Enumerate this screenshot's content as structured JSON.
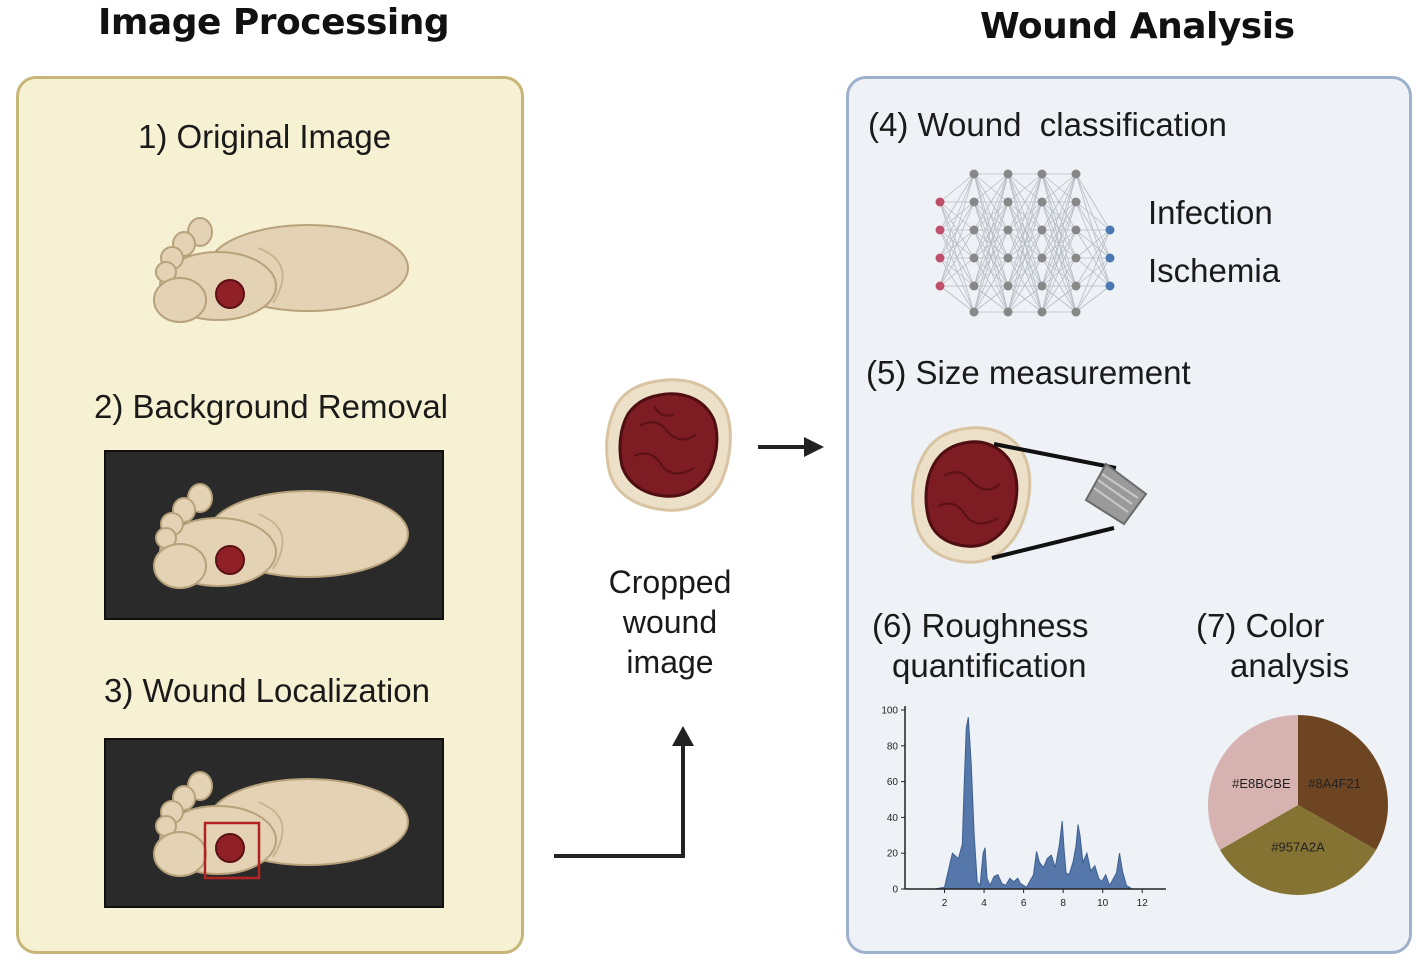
{
  "left_section": {
    "title": "Image Processing",
    "steps": [
      {
        "label": "1) Original Image",
        "icon": "foot-with-wound-icon"
      },
      {
        "label": "2) Background Removal",
        "icon": "foot-on-dark-background-icon"
      },
      {
        "label": "3) Wound Localization",
        "icon": "foot-with-bounding-box-icon"
      }
    ]
  },
  "middle": {
    "caption_lines": [
      "Cropped",
      "wound",
      "image"
    ],
    "icon": "cropped-wound-icon"
  },
  "right_section": {
    "title": "Wound Analysis",
    "classification": {
      "label": "(4) Wound  classification",
      "outputs": [
        "Infection",
        "Ischemia"
      ],
      "icon": "neural-network-icon"
    },
    "size": {
      "label": "(5) Size measurement",
      "icon": "ruler-measurement-icon"
    },
    "roughness": {
      "label_lines": [
        "(6) Roughness",
        "quantification"
      ]
    },
    "color": {
      "label_lines": [
        "(7) Color",
        "analysis"
      ]
    }
  },
  "chart_data": [
    {
      "type": "area",
      "title": "",
      "xlabel": "",
      "ylabel": "",
      "xlim": [
        0,
        13
      ],
      "ylim": [
        0,
        100
      ],
      "x_ticks": [
        2,
        4,
        6,
        8,
        10,
        12
      ],
      "y_ticks": [
        0,
        20,
        40,
        60,
        80,
        100
      ],
      "grid": false,
      "color": "#5577aa",
      "x": [
        1.5,
        2.0,
        2.4,
        2.7,
        2.9,
        3.0,
        3.1,
        3.2,
        3.35,
        3.5,
        3.65,
        3.8,
        3.95,
        4.05,
        4.15,
        4.3,
        4.5,
        4.7,
        4.9,
        5.1,
        5.3,
        5.5,
        5.7,
        5.85,
        6.0,
        6.15,
        6.3,
        6.5,
        6.65,
        6.8,
        7.0,
        7.2,
        7.4,
        7.6,
        7.8,
        7.95,
        8.05,
        8.15,
        8.3,
        8.5,
        8.65,
        8.75,
        8.85,
        9.0,
        9.2,
        9.4,
        9.6,
        9.8,
        9.95,
        10.15,
        10.35,
        10.55,
        10.7,
        10.85,
        11.0,
        11.2,
        11.5
      ],
      "values": [
        0,
        1,
        20,
        17,
        25,
        60,
        90,
        96,
        70,
        30,
        4,
        2,
        20,
        23,
        6,
        2,
        7,
        8,
        3,
        2,
        6,
        4,
        6,
        3,
        2,
        1,
        4,
        8,
        21,
        15,
        12,
        17,
        19,
        12,
        24,
        38,
        22,
        9,
        8,
        15,
        24,
        36,
        30,
        15,
        20,
        10,
        13,
        6,
        4,
        8,
        2,
        6,
        9,
        20,
        10,
        2,
        0
      ]
    },
    {
      "type": "pie",
      "title": "",
      "slices": [
        {
          "label": "#8A4F21",
          "value": 33.3,
          "color": "#6e4523"
        },
        {
          "label": "#957A2A",
          "value": 33.4,
          "color": "#857333"
        },
        {
          "label": "#E8BCBE",
          "value": 33.3,
          "color": "#d6b2b0"
        }
      ]
    }
  ]
}
